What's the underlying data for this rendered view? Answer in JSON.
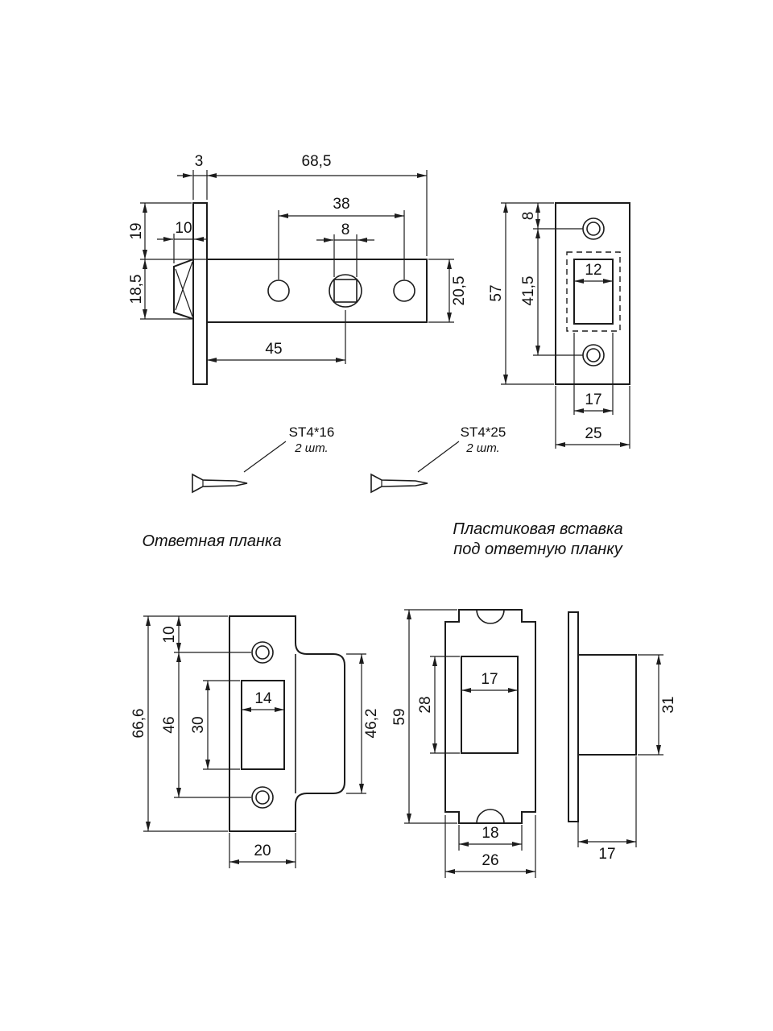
{
  "latch_side": {
    "faceplate_thickness": "3",
    "body_length": "68,5",
    "hole_spacing": "38",
    "spindle_size": "8",
    "top_offset": "19",
    "bolt_throw": "10",
    "bolt_height": "18,5",
    "backset": "45",
    "body_height": "20,5"
  },
  "faceplate_front": {
    "hole_offset": "8",
    "plate_height": "57",
    "hole_spacing": "41,5",
    "opening_width": "12",
    "opening_outer": "17",
    "plate_width": "25"
  },
  "screws": {
    "screw1_label": "ST4*16",
    "screw1_qty": "2 шт.",
    "screw2_label": "ST4*25",
    "screw2_qty": "2 шт."
  },
  "sections": {
    "strike_plate_title": "Ответная планка",
    "insert_title_line1": "Пластиковая вставка",
    "insert_title_line2": "под ответную планку"
  },
  "strike_plate": {
    "hole_offset": "10",
    "plate_height": "66,6",
    "hole_spacing": "46",
    "opening_height": "30",
    "opening_width": "14",
    "lip_height": "46,2",
    "plate_width": "20"
  },
  "insert_front": {
    "height": "59",
    "opening_height": "28",
    "opening_width": "17",
    "body_width": "18",
    "outer_width": "26"
  },
  "insert_side": {
    "depth": "31",
    "body_depth": "17"
  }
}
